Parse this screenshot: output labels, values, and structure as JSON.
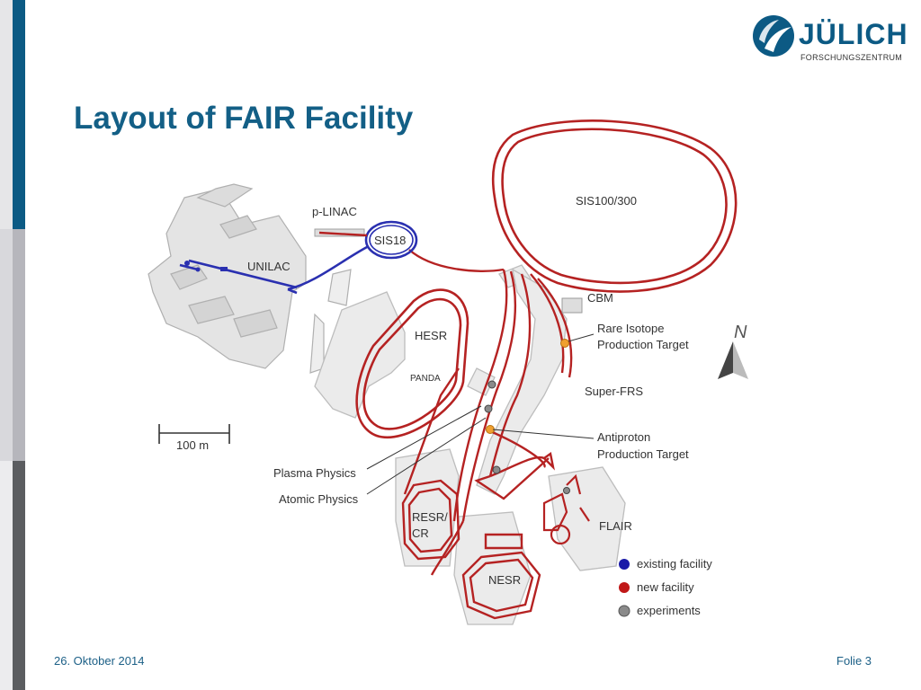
{
  "slide": {
    "title": "Layout of FAIR Facility",
    "footer_date": "26. Oktober 2014",
    "footer_page": "Folie 3"
  },
  "logo": {
    "wordmark": "JÜLICH",
    "subtitle": "FORSCHUNGSZENTRUM"
  },
  "diagram": {
    "labels": {
      "sis100": "SIS100/300",
      "plinac": "p-LINAC",
      "sis18": "SIS18",
      "unilac": "UNILAC",
      "hesr": "HESR",
      "panda": "PANDA",
      "cbm": "CBM",
      "rare_isotope_1": "Rare Isotope",
      "rare_isotope_2": "Production Target",
      "superfrs": "Super-FRS",
      "antiproton_1": "Antiproton",
      "antiproton_2": "Production Target",
      "plasma": "Plasma Physics",
      "atomic": "Atomic Physics",
      "resr_1": "RESR/",
      "resr_2": "CR",
      "flair": "FLAIR",
      "nesr": "NESR",
      "scale": "100 m",
      "north": "N"
    },
    "legend": [
      {
        "label": "existing facility",
        "color": "#1a1aa8"
      },
      {
        "label": "new facility",
        "color": "#c01818"
      },
      {
        "label": "experiments",
        "color": "#8a8a8a"
      }
    ],
    "colors": {
      "existing": "#2a30b0",
      "new": "#b52222",
      "building": "#cfcfcf"
    }
  }
}
